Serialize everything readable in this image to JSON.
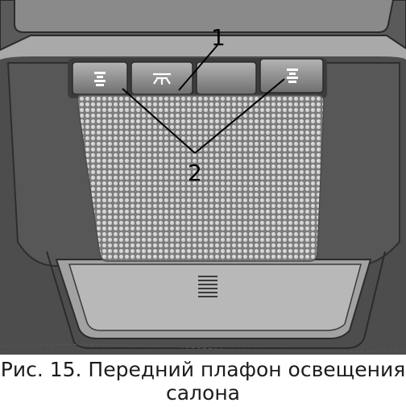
{
  "figure": {
    "callouts": [
      "1",
      "2"
    ],
    "buttons": [
      {
        "icon": "interior-light-icon"
      },
      {
        "icon": "dome-light-icon"
      },
      {
        "icon": "blank"
      },
      {
        "icon": "interior-light-icon"
      }
    ]
  },
  "caption": {
    "line1": "Рис. 15. Передний плафон освещения",
    "line2": "салона"
  }
}
